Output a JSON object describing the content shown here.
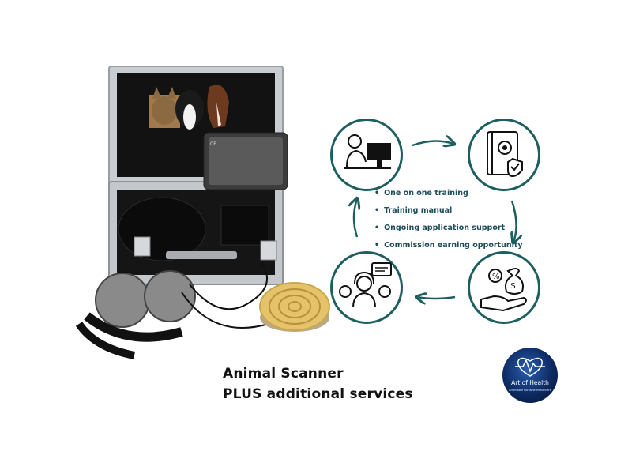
{
  "services": [
    "One on one training",
    "Training manual",
    "Ongoing application support",
    "Commission earning opportunity"
  ],
  "caption": {
    "line1": "Animal Scanner",
    "line2": "PLUS additional services"
  },
  "logo": {
    "name": "Art of Health",
    "tagline": "Affordable Portable Healthcare"
  },
  "colors": {
    "accent": "#1d5f5f",
    "service_text": "#1d4d5a"
  }
}
